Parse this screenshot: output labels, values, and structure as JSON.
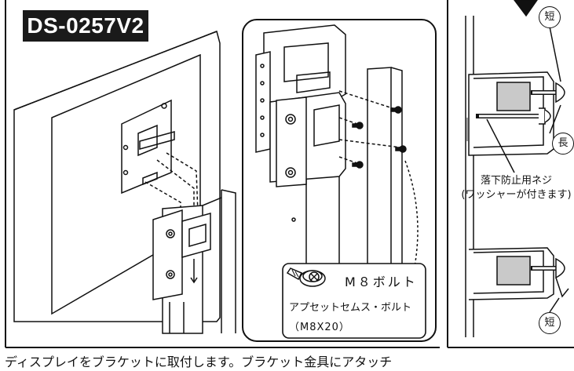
{
  "model_label": "DS-0257V2",
  "bolt_callout": {
    "line1": "M８ボルト",
    "line2": "アプセットセムス・ボルト",
    "line3": "（M8X20）"
  },
  "screw_callout": {
    "line1": "落下防止用ネジ",
    "line2": "(ワッシャーが付きます)"
  },
  "markers": {
    "short": "短",
    "long": "長"
  },
  "instruction": "ディスプレイをブラケットに取付します。ブラケット金具にアタッチ"
}
